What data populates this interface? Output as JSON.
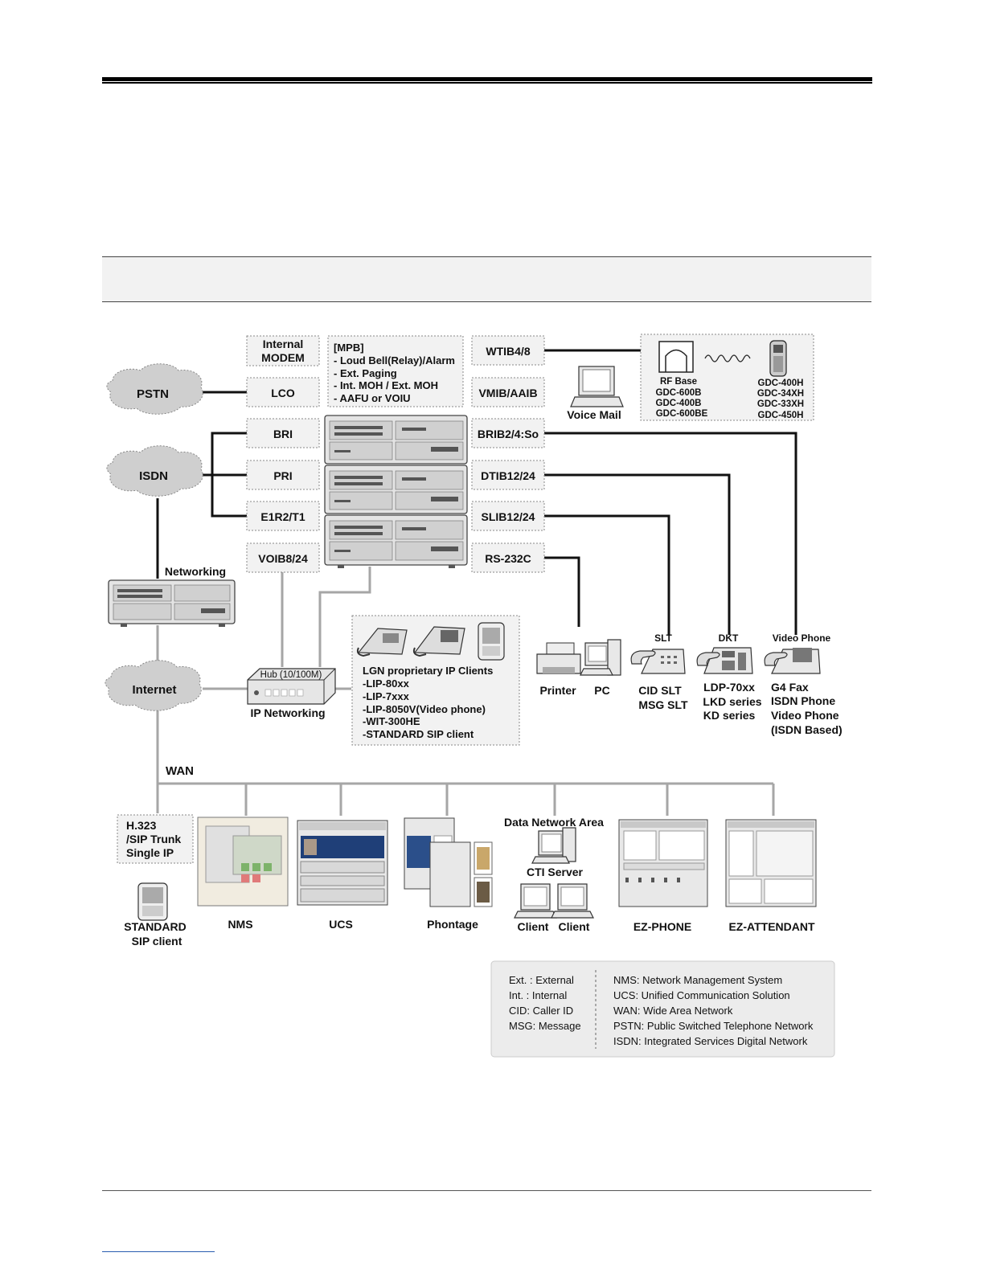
{
  "diagram": {
    "services": {
      "internal_modem": [
        "Internal",
        "MODEM"
      ],
      "lco": "LCO",
      "bri": "BRI",
      "pri": "PRI",
      "e1r2": "E1R2/T1",
      "voib": "VOIB8/24",
      "mpb": [
        "[MPB]",
        "- Loud Bell(Relay)/Alarm",
        "- Ext. Paging",
        "- Int. MOH / Ext. MOH",
        "- AAFU or VOIU"
      ],
      "wtib": "WTIB4/8",
      "vmib": "VMIB/AAIB",
      "brib": "BRIB2/4:So",
      "dtib": "DTIB12/24",
      "slib": "SLIB12/24",
      "rs232": "RS-232C"
    },
    "clouds": {
      "pstn": "PSTN",
      "isdn": "ISDN",
      "internet": "Internet"
    },
    "networking": "Networking",
    "voice_mail": "Voice Mail",
    "rf": {
      "base_lines": [
        "RF Base",
        "GDC-600B",
        "GDC-400B",
        "GDC-600BE"
      ],
      "handset_lines": [
        "GDC-400H",
        "GDC-34XH",
        "GDC-33XH",
        "GDC-450H"
      ]
    },
    "hub": {
      "label": "Hub (10/100M)",
      "caption": "IP Networking"
    },
    "ip_clients": [
      "LGN proprietary IP Clients",
      "-LIP-80xx",
      "-LIP-7xxx",
      "-LIP-8050V(Video phone)",
      "-WIT-300HE",
      "-STANDARD SIP client"
    ],
    "printer": "Printer",
    "pc": "PC",
    "slt": {
      "title": "SLT",
      "lines": [
        "CID SLT",
        "MSG SLT"
      ]
    },
    "dkt": {
      "title": "DKT",
      "lines": [
        "LDP-70xx",
        "LKD series",
        "KD series"
      ]
    },
    "video_phone": {
      "title": "Video Phone",
      "lines": [
        "G4 Fax",
        "ISDN Phone",
        "Video Phone",
        "(ISDN Based)"
      ]
    },
    "wan": "WAN",
    "h323": [
      "H.323",
      "/SIP Trunk",
      "Single IP"
    ],
    "sip_client": [
      "STANDARD",
      "SIP client"
    ],
    "nms": "NMS",
    "ucs": "UCS",
    "phontage": "Phontage",
    "data_network": "Data Network Area",
    "cti_server": "CTI Server",
    "client1": "Client",
    "client2": "Client",
    "ez_phone": "EZ-PHONE",
    "ez_attendant": "EZ-ATTENDANT"
  },
  "glossary": {
    "left": [
      "Ext. : External",
      "Int. : Internal",
      "CID: Caller ID",
      "MSG: Message"
    ],
    "right": [
      "NMS: Network Management System",
      "UCS: Unified Communication Solution",
      "WAN: Wide Area Network",
      "PSTN: Public Switched Telephone Network",
      "ISDN: Integrated Services Digital Network"
    ]
  }
}
